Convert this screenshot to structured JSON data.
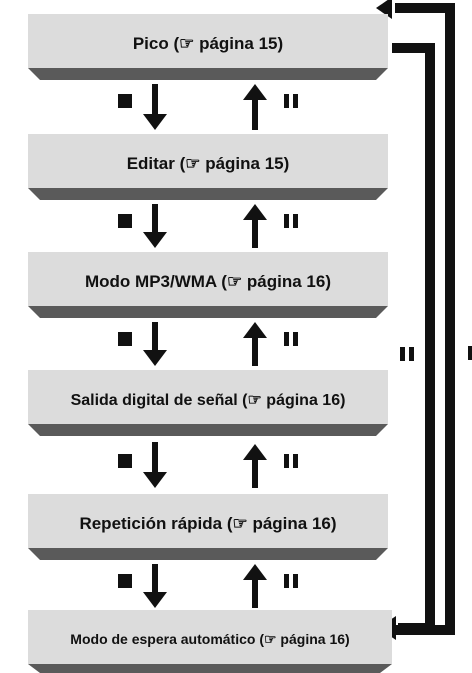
{
  "steps": [
    {
      "text": "Pico (☞ página 15)"
    },
    {
      "text": "Editar (☞ página 15)"
    },
    {
      "text": "Modo MP3/WMA (☞ página 16)"
    },
    {
      "text": "Salida digital de señal (☞ página 16)"
    },
    {
      "text": "Repetición rápida (☞ página 16)"
    },
    {
      "text": "Modo de espera automático (☞ página 16)"
    }
  ],
  "symbols": {
    "forward": "stop-icon",
    "backward": "pause-icon",
    "outer_loop": "pause-icon"
  },
  "colors": {
    "box_top": "#dcdcdc",
    "box_side": "#8a8a8a",
    "box_under": "#5a5a5a",
    "ink": "#111111"
  }
}
